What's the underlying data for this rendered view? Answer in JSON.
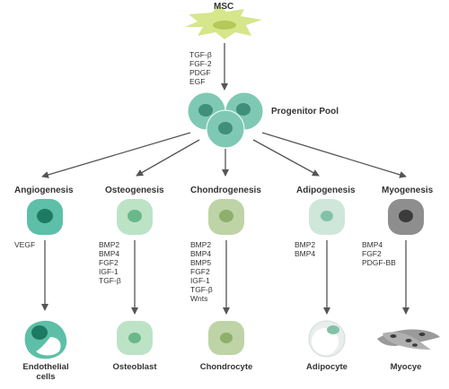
{
  "msc": {
    "label": "MSC",
    "factors": [
      "TGF-β",
      "FGF-2",
      "PDGF",
      "EGF"
    ]
  },
  "progenitor": {
    "label": "Progenitor Pool"
  },
  "lineages": [
    {
      "id": "angiogenesis",
      "process": "Angiogenesis",
      "factors": [
        "VEGF"
      ],
      "cell_label": [
        "Endothelial",
        "cells"
      ]
    },
    {
      "id": "osteogenesis",
      "process": "Osteogenesis",
      "factors": [
        "BMP2",
        "BMP4",
        "FGF2",
        "IGF-1",
        "TGF-β"
      ],
      "cell_label": [
        "Osteoblast"
      ]
    },
    {
      "id": "chondrogenesis",
      "process": "Chondrogenesis",
      "factors": [
        "BMP2",
        "BMP4",
        "BMP5",
        "FGF2",
        "IGF-1",
        "TGF-β",
        "Wnts"
      ],
      "cell_label": [
        "Chondrocyte"
      ]
    },
    {
      "id": "adipogenesis",
      "process": "Adipogenesis",
      "factors": [
        "BMP2",
        "BMP4"
      ],
      "cell_label": [
        "Adipocyte"
      ]
    },
    {
      "id": "myogenesis",
      "process": "Myogenesis",
      "factors": [
        "BMP4",
        "FGF2",
        "PDGF-BB"
      ],
      "cell_label": [
        "Myocye"
      ]
    }
  ],
  "colors": {
    "msc_fill": "#d6e68a",
    "msc_nucleus": "#b5c95a",
    "progenitor_fill": "#7fc9b4",
    "progenitor_nucleus": "#3f8f7a",
    "angio_fill": "#5dbfa8",
    "angio_nucleus": "#1f7a64",
    "osteo_fill": "#bde3c6",
    "osteo_nucleus": "#6ab88a",
    "chondro_fill": "#bed4a6",
    "chondro_nucleus": "#8fb06c",
    "adipo_fill": "#cfe6db",
    "adipo_nucleus": "#83c2a8",
    "myo_fill": "#8e8e8e",
    "myo_nucleus": "#3b3b3b",
    "arrow": "#555555"
  }
}
